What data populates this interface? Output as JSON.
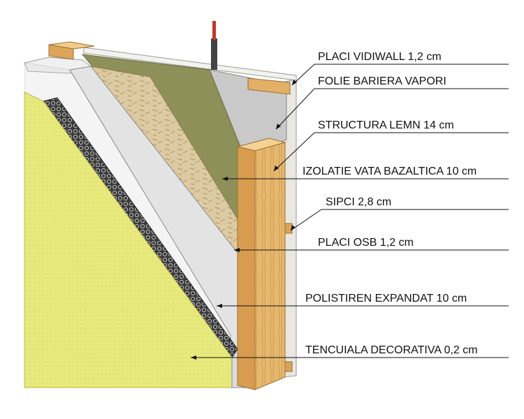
{
  "labels": [
    {
      "id": "vidiwall",
      "text": "PLACI VIDIWALL 1,2 cm"
    },
    {
      "id": "folie",
      "text": "FOLIE BARIERA VAPORI"
    },
    {
      "id": "structura",
      "text": "STRUCTURA LEMN 14 cm"
    },
    {
      "id": "izolatie",
      "text": "IZOLATIE VATA BAZALTICA 10 cm"
    },
    {
      "id": "sipci",
      "text": "SIPCI 2,8 cm"
    },
    {
      "id": "osb",
      "text": "PLACI OSB 1,2 cm"
    },
    {
      "id": "polistiren",
      "text": "POLISTIREN EXPANDAT 10 cm"
    },
    {
      "id": "tencuiala",
      "text": "TENCUIALA DECORATIVA 0,2 cm"
    }
  ],
  "colors": {
    "plaster": "#e6e87a",
    "polystyrene": "#dcdcdc",
    "mesh": "#2a2a2a",
    "osb": "#d9c7a0",
    "wool": "#8d8f58",
    "timber": "#e3b56c",
    "vapor_barrier": "#c8c8c8",
    "board": "#ecebe6",
    "cable": "#c0392b"
  }
}
